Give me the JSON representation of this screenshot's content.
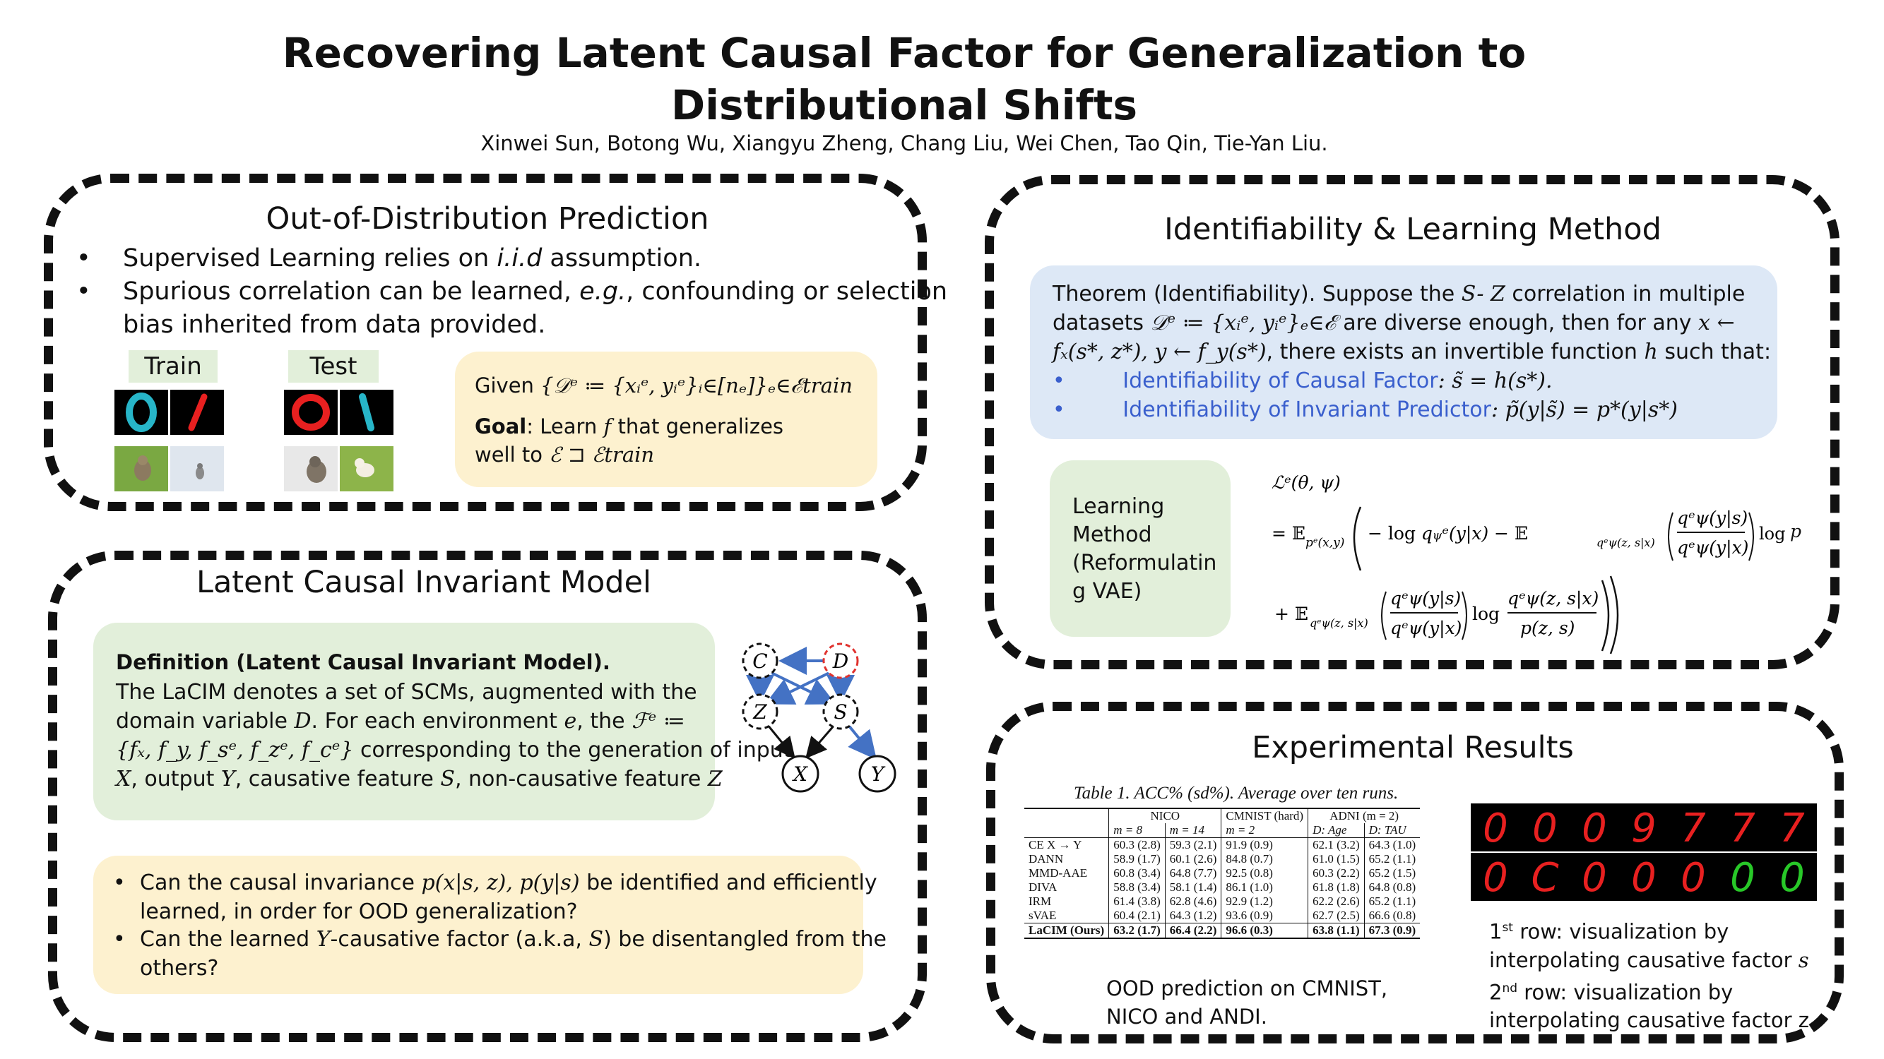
{
  "title_line1": "Recovering Latent Causal Factor for Generalization to",
  "title_line2": "Distributional Shifts",
  "authors": "Xinwei Sun, Botong Wu, Xiangyu Zheng, Chang Liu, Wei Chen, Tao Qin, Tie-Yan Liu.",
  "ood": {
    "title": "Out-of-Distribution Prediction",
    "bullet1_a": "Supervised Learning relies on ",
    "bullet1_em": "i.i.d",
    "bullet1_b": " assumption.",
    "bullet2_a": "Spurious correlation can be learned, ",
    "bullet2_em": "e.g.",
    "bullet2_b": ", confounding or selection",
    "bullet2_c": "bias inherited from data provided.",
    "train_label": "Train",
    "test_label": "Test",
    "given_text": "Given",
    "given_math": "{𝒟ᵉ ≔ {xᵢᵉ, yᵢᵉ}ᵢ∈[nₑ]}ₑ∈ℰtrain",
    "goal_label": "Goal",
    "goal_text_a": ": Learn ",
    "goal_f": "f",
    "goal_text_b": " that generalizes",
    "goal_text_c": "well to ",
    "goal_math": "ℰ ⊐ ℰtrain"
  },
  "lacim": {
    "title": "Latent Causal Invariant Model",
    "def_title": "Definition (Latent Causal Invariant Model).",
    "def_line1": "The LaCIM denotes a set of SCMs, augmented with the",
    "def_line2_a": "domain variable ",
    "def_line2_D": "D",
    "def_line2_b": ". For each environment ",
    "def_line2_e": "e",
    "def_line2_c": ", the ",
    "def_line2_F": "ℱᵉ ≔",
    "def_line3_math": "{fₓ, f_y, f_sᵉ, f_zᵉ, f_cᵉ}",
    "def_line3_b": " corresponding to the generation of input",
    "def_line4_X": "X",
    "def_line4_a": ", output ",
    "def_line4_Y": "Y",
    "def_line4_b": ", causative feature ",
    "def_line4_S": "S",
    "def_line4_c": ", non-causative feature ",
    "def_line4_Z": "Z",
    "graph_nodes": [
      "C",
      "D",
      "Z",
      "S",
      "X",
      "Y"
    ],
    "q1_a": "Can the causal invariance ",
    "q1_math": "p(x|s, z), p(y|s)",
    "q1_b": " be identified and efficiently",
    "q1_c": "learned, in order for OOD generalization?",
    "q2_a": "Can the learned ",
    "q2_Y": "Y",
    "q2_b": "-causative factor (a.k.a, ",
    "q2_S": "S",
    "q2_c": ") be disentangled from the",
    "q2_d": "others?"
  },
  "ident": {
    "title": "Identifiability & Learning Method",
    "thm_a": "Theorem (Identifiability). Suppose the ",
    "thm_SZ": "S- Z",
    "thm_b": " correlation in multiple",
    "thm_c": "datasets ",
    "thm_data": "𝒟ᵉ ≔ {xᵢᵉ, yᵢᵉ}ₑ∈ℰ",
    "thm_d": " are diverse enough, then for any ",
    "thm_x": "x ←",
    "thm_e_math": "fₓ(s*, z*), y ← f_y(s*)",
    "thm_e": ", there exists an invertible function ",
    "thm_h": "h",
    "thm_f": " such that:",
    "item1_label": "Identifiability of Causal Factor",
    "item1_math": ": s̃ = h(s*).",
    "item2_label": "Identifiability of Invariant Predictor",
    "item2_math": ": p̃(y|s̃) = p*(y|s*)",
    "learn_label": "Learning Method (Reformulatin g VAE)",
    "learn_l1": "Learning",
    "learn_l2": "Method",
    "learn_l3": "(Reformulatin",
    "learn_l4": "g VAE)",
    "eq_lhs": "ℒᵉ(θ, ψ)",
    "eq_row1": "= 𝔼_pᵉ(x,y) ( − log qᵉ_ψ(y|x) − 𝔼_qᵉ_ψ(z,s|x) ( qᵉ_ψ(y|s) / qᵉ_ψ(y|x) ) log p_θ(x|s, z)",
    "eq_row2": "+ 𝔼_qᵉ_ψ(z,s|x) ( qᵉ_ψ(y|s) / qᵉ_ψ(y|x) ) log qᵉ_ψ(z,s|x) / p(z,s) ))"
  },
  "exp": {
    "title": "Experimental Results",
    "table_caption": "Table 1. ACC% (sd%). Average over ten runs.",
    "group_headers": [
      "NICO",
      "CMNIST (hard)",
      "ADNI (m = 2)"
    ],
    "sub_headers": [
      "m = 8",
      "m = 14",
      "m = 2",
      "D: Age",
      "D: TAU"
    ],
    "rows": [
      {
        "name": "CE X → Y",
        "vals": [
          "60.3 (2.8)",
          "59.3 (2.1)",
          "91.9 (0.9)",
          "62.1 (3.2)",
          "64.3 (1.0)"
        ]
      },
      {
        "name": "DANN",
        "vals": [
          "58.9 (1.7)",
          "60.1 (2.6)",
          "84.8 (0.7)",
          "61.0 (1.5)",
          "65.2 (1.1)"
        ]
      },
      {
        "name": "MMD-AAE",
        "vals": [
          "60.8 (3.4)",
          "64.8 (7.7)",
          "92.5 (0.8)",
          "60.3 (2.2)",
          "65.2 (1.5)"
        ]
      },
      {
        "name": "DIVA",
        "vals": [
          "58.8 (3.4)",
          "58.1 (1.4)",
          "86.1 (1.0)",
          "61.8 (1.8)",
          "64.8 (0.8)"
        ]
      },
      {
        "name": "IRM",
        "vals": [
          "61.4 (3.8)",
          "62.8 (4.6)",
          "92.9 (1.2)",
          "62.2 (2.6)",
          "65.2 (1.1)"
        ]
      },
      {
        "name": "sVAE",
        "vals": [
          "60.4 (2.1)",
          "64.3 (1.2)",
          "93.6 (0.9)",
          "62.7 (2.5)",
          "66.6 (0.8)"
        ]
      },
      {
        "name": "LaCIM (Ours)",
        "vals": [
          "63.2 (1.7)",
          "66.4 (2.2)",
          "96.6 (0.3)",
          "63.8 (1.1)",
          "67.3 (0.9)"
        ]
      }
    ],
    "caption_left_1": "OOD prediction on CMNIST,",
    "caption_left_2": "NICO and ANDI.",
    "row1_sup": "st",
    "row1_a": "1",
    "row1_b": " row: visualization by",
    "row1_c": "interpolating causative factor ",
    "row1_var": "s",
    "row2_a": "2",
    "row2_sup": "nd",
    "row2_b": " row: visualization by",
    "row2_c": "interpolating causative factor z",
    "strip1_digits": [
      "0",
      "0",
      "0",
      "9",
      "7",
      "7",
      "7"
    ],
    "strip2_digits": [
      "0",
      "C",
      "0",
      "0",
      "0",
      "0",
      "0"
    ]
  },
  "colors": {
    "dark_text": "#111111",
    "blue_item": "#3a5fcd",
    "green_box": "#e2efda",
    "yellow_box": "#fdf1cf",
    "blue_box": "#dde8f6",
    "red_node": "#e0312d",
    "edge_blue": "#4472c4",
    "digit_cyan": "#27b5c8",
    "digit_red": "#e82020",
    "digit_green": "#28c828"
  }
}
